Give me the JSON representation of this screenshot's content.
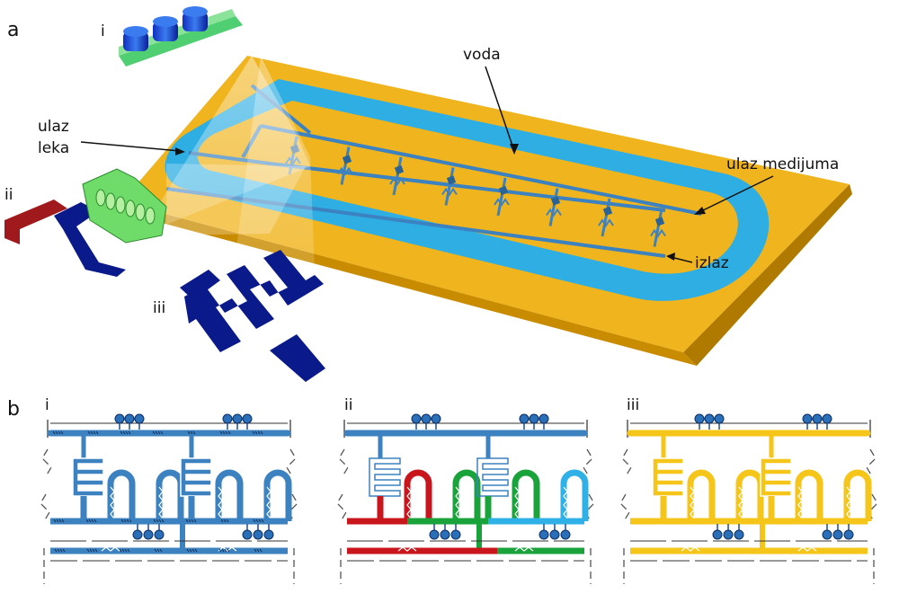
{
  "figure": {
    "panel_a_letter": "a",
    "panel_b_letter": "b",
    "inset_labels": [
      "i",
      "ii",
      "iii"
    ],
    "callouts": {
      "voda": "voda",
      "ulaz_leka_line1": "ulaz",
      "ulaz_leka_line2": "leka",
      "ulaz_medijuma": "ulaz medijuma",
      "izlaz": "izlaz"
    },
    "panel_b_labels": [
      "i",
      "ii",
      "iii"
    ]
  },
  "colors": {
    "chip_top": "#f0b41e",
    "chip_side": "#c98c00",
    "water": "#2eaee2",
    "channel": "#3c82c0",
    "mesh_dark_blue": "#0a1a8a",
    "red": "#c8161c",
    "green": "#1aa33a",
    "light_blue": "#2fb0e6",
    "yellow": "#f5c51a"
  }
}
